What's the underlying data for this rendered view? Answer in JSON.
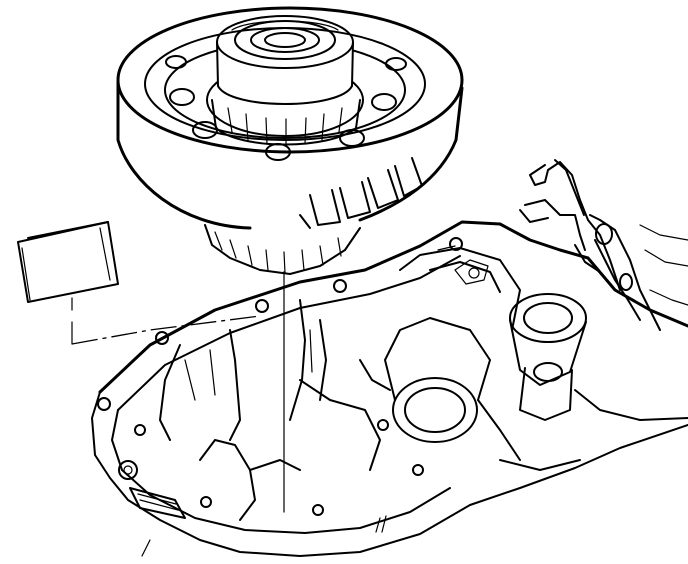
{
  "figure": {
    "background": "#ffffff",
    "line_color": "#000000",
    "parts": [
      "differential-ring-gear",
      "gasket-shim",
      "transaxle-case",
      "shift-lever-bracket"
    ]
  }
}
